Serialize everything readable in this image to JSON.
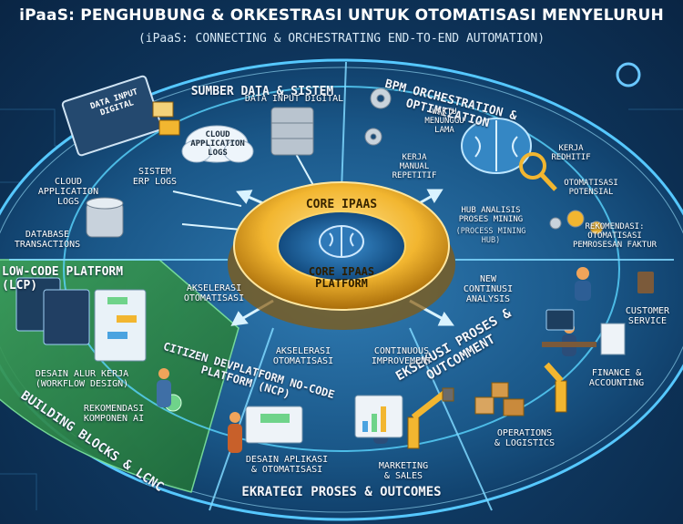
{
  "header": {
    "title": "iPaaS: PENGHUBUNG & ORKESTRASI UNTUK OTOMATISASI MENYELURUH",
    "subtitle": "(iPaaS: CONNECTING & ORCHESTRATING END-TO-END AUTOMATION)"
  },
  "sections": {
    "top_left": "SUMBER DATA & SISTEM",
    "top_right": "BPM ORCHESTRATION & OPTIMIZATION",
    "left": "LOW-CODE PLATFORM (LCP)",
    "center_left": "CITIZEN DEVPLATFORM NO-CODE PLATFORM (NCP)",
    "bottom_left": "BUILDING BLOCKS & LCNC",
    "right": "EKSEKUSI PROSES & OUTCOMMENT",
    "bottom": "EKRATEGI PROSES & OUTCOMES"
  },
  "core": {
    "top_label": "CORE IPAAS",
    "bottom_label": "CORE IPAAS\nPLATFORM"
  },
  "labels": {
    "data_input_digital_top": "DATA INPUT DIGITAL",
    "data_input_digital_card": "DATA INPUT DIGITAL",
    "cloud_logs_1": "CLOUD\nAPPLICATION\nLOGS",
    "cloud_logs_2": "CLOUD\nAPPLICATION\nLOGS",
    "erp_logs": "SISTEM\nERP LOGS",
    "database_tx": "DATABASE\nTRANSACTIONS",
    "waktu": "WAKTU\nMENUNGGU\nLAMA",
    "kerja_manual": "KERJA\nMANUAL\nREPETITIF",
    "kerja_redhitif": "KERJA\nREDHITIF",
    "otomatisasi_potensial": "OTOMATISASI\nPOTENSIAL",
    "hub_analisis": "HUB ANALISIS\nPROSES MINING",
    "hub_sub": "(PROCESS MINING\nHUB)",
    "rekomendasi_faktur": "REKOMENDASI:\nOTOMATISASI\nPEMROSESAN FAKTUR",
    "akselerasi_1": "AKSELERASI\nOTOMATISASI",
    "akselerasi_2": "AKSELERASI\nOTOMATISASI",
    "new_continuous": "NEW\nCONTINUSI\nANALYSIS",
    "continuous_improvement": "CONTINUOUS\nIMPROVEMENT",
    "desain_alur": "DESAIN ALUR KERJA\n(WORKFLOW DESIGN)",
    "rekomendasi_komponen": "REKOMENDASI\nKOMPONEN AI",
    "desain_aplikasi": "DESAIN APLIKASI\n& OTOMATISASI",
    "marketing": "MARKETING\n& SALES",
    "operations": "OPERATIONS\n& LOGISTICS",
    "finance": "FINANCE &\nACCOUNTING",
    "customer_service": "CUSTOMER\nSERVICE"
  },
  "colors": {
    "core_gold": "#f2b630",
    "ring_glow": "#4fd3ff",
    "green_sector": "#2f8f4a",
    "dark_bg": "#0a2544"
  }
}
